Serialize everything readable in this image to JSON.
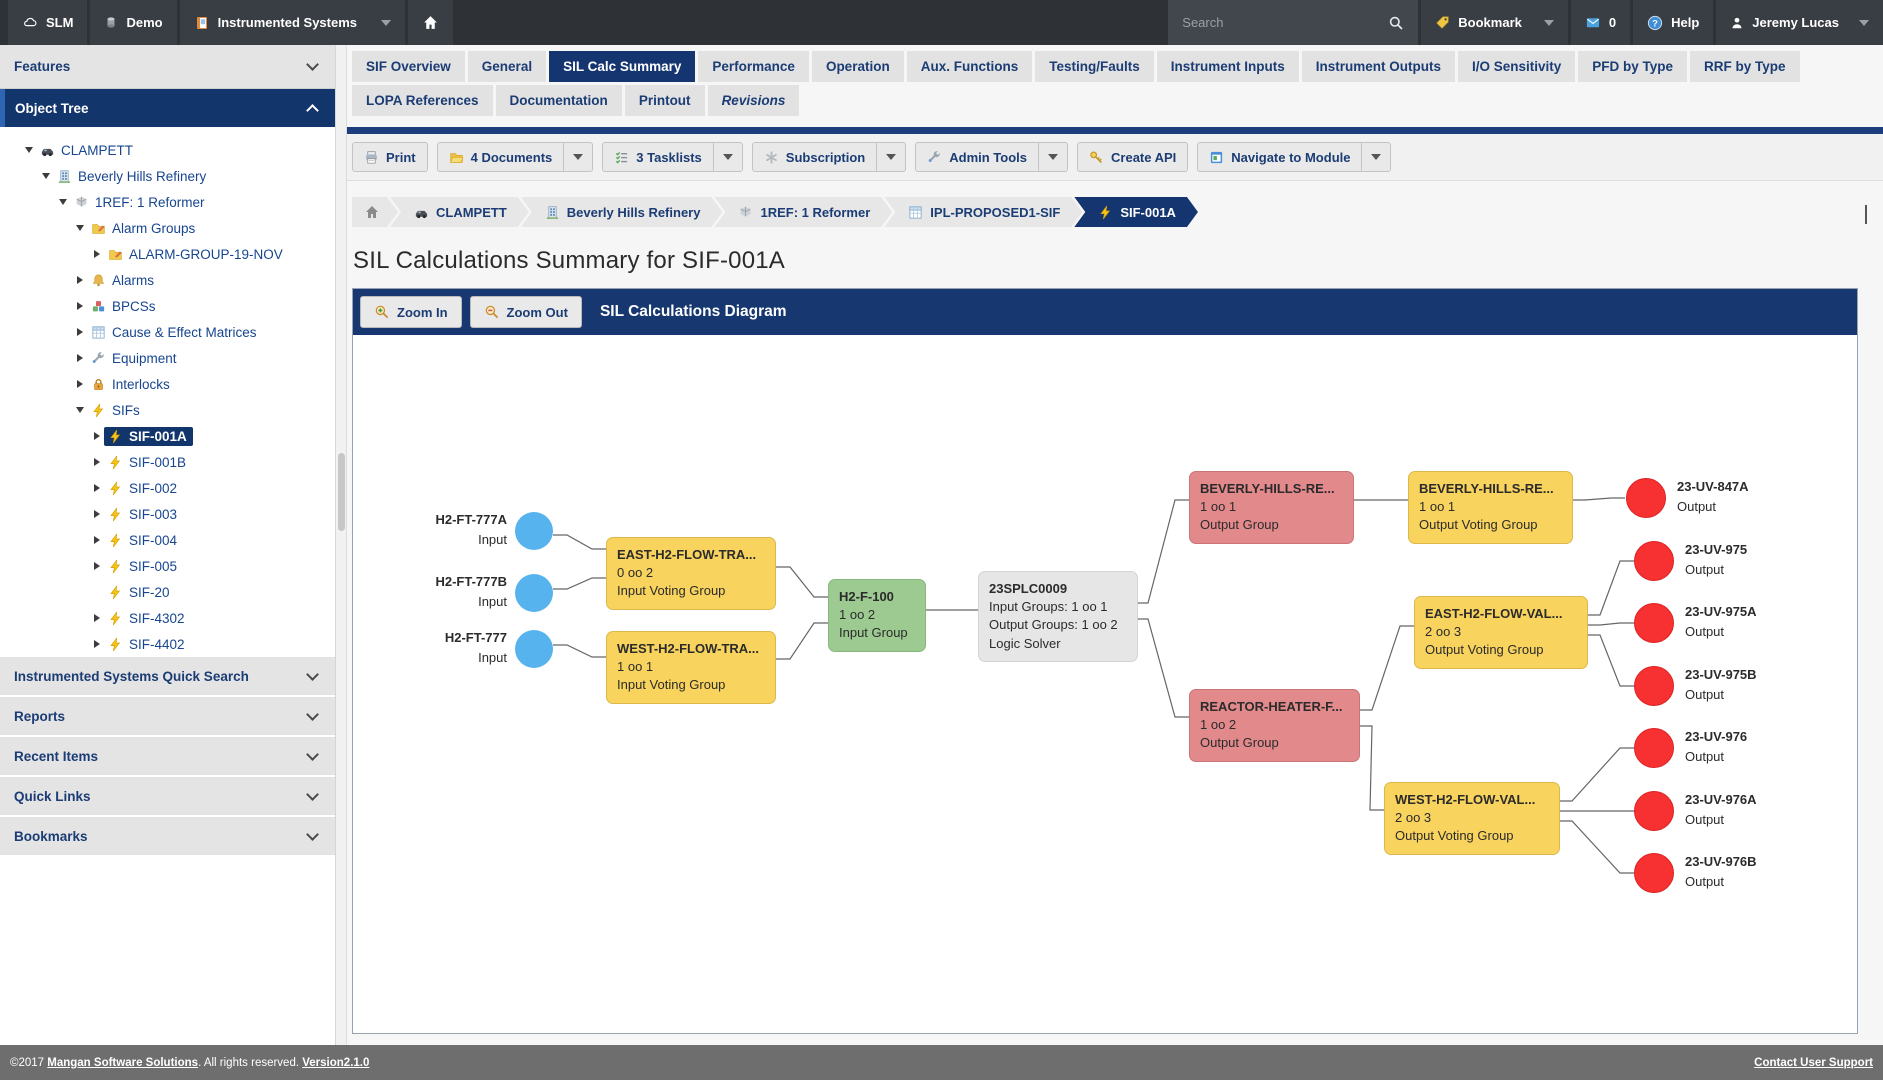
{
  "topbar": {
    "slm_label": "SLM",
    "demo_label": "Demo",
    "module_label": "Instrumented Systems",
    "search_placeholder": "Search",
    "bookmark_label": "Bookmark",
    "inbox_count": "0",
    "help_label": "Help",
    "user_name": "Jeremy Lucas"
  },
  "sidebar": {
    "features_label": "Features",
    "object_tree_label": "Object Tree",
    "tree": [
      {
        "label": "CLAMPETT",
        "level": 0,
        "icon": "car",
        "caret": "expanded",
        "selected": false
      },
      {
        "label": "Beverly Hills Refinery",
        "level": 1,
        "icon": "building",
        "caret": "expanded",
        "selected": false
      },
      {
        "label": "1REF: 1 Reformer",
        "level": 2,
        "icon": "unit-cube",
        "caret": "expanded",
        "selected": false
      },
      {
        "label": "Alarm Groups",
        "level": 3,
        "icon": "alarm-folder",
        "caret": "expanded",
        "selected": false
      },
      {
        "label": "ALARM-GROUP-19-NOV",
        "level": 4,
        "icon": "alarm-folder",
        "caret": "collapsed",
        "selected": false
      },
      {
        "label": "Alarms",
        "level": 3,
        "icon": "bell",
        "caret": "collapsed",
        "selected": false
      },
      {
        "label": "BPCSs",
        "level": 3,
        "icon": "cubes",
        "caret": "collapsed",
        "selected": false
      },
      {
        "label": "Cause & Effect Matrices",
        "level": 3,
        "icon": "matrix-table",
        "caret": "collapsed",
        "selected": false
      },
      {
        "label": "Equipment",
        "level": 3,
        "icon": "wrench",
        "caret": "collapsed",
        "selected": false
      },
      {
        "label": "Interlocks",
        "level": 3,
        "icon": "lock",
        "caret": "collapsed",
        "selected": false
      },
      {
        "label": "SIFs",
        "level": 3,
        "icon": "bolt",
        "caret": "expanded",
        "selected": false
      },
      {
        "label": "SIF-001A",
        "level": 4,
        "icon": "bolt",
        "caret": "collapsed",
        "selected": true
      },
      {
        "label": "SIF-001B",
        "level": 4,
        "icon": "bolt",
        "caret": "collapsed",
        "selected": false
      },
      {
        "label": "SIF-002",
        "level": 4,
        "icon": "bolt",
        "caret": "collapsed",
        "selected": false
      },
      {
        "label": "SIF-003",
        "level": 4,
        "icon": "bolt",
        "caret": "collapsed",
        "selected": false
      },
      {
        "label": "SIF-004",
        "level": 4,
        "icon": "bolt",
        "caret": "collapsed",
        "selected": false
      },
      {
        "label": "SIF-005",
        "level": 4,
        "icon": "bolt",
        "caret": "collapsed",
        "selected": false
      },
      {
        "label": "SIF-20",
        "level": 4,
        "icon": "bolt",
        "caret": "none",
        "selected": false
      },
      {
        "label": "SIF-4302",
        "level": 4,
        "icon": "bolt",
        "caret": "collapsed",
        "selected": false
      },
      {
        "label": "SIF-4402",
        "level": 4,
        "icon": "bolt",
        "caret": "collapsed",
        "selected": false
      }
    ],
    "accordions": [
      {
        "label": "Instrumented Systems Quick Search"
      },
      {
        "label": "Reports"
      },
      {
        "label": "Recent Items"
      },
      {
        "label": "Quick Links"
      },
      {
        "label": "Bookmarks"
      }
    ]
  },
  "tabs": {
    "row1": [
      {
        "label": "SIF Overview",
        "active": false
      },
      {
        "label": "General",
        "active": false
      },
      {
        "label": "SIL Calc Summary",
        "active": true
      },
      {
        "label": "Performance",
        "active": false
      },
      {
        "label": "Operation",
        "active": false
      },
      {
        "label": "Aux. Functions",
        "active": false
      },
      {
        "label": "Testing/Faults",
        "active": false
      },
      {
        "label": "Instrument Inputs",
        "active": false
      },
      {
        "label": "Instrument Outputs",
        "active": false
      },
      {
        "label": "I/O Sensitivity",
        "active": false
      },
      {
        "label": "PFD by Type",
        "active": false
      },
      {
        "label": "RRF by Type",
        "active": false
      }
    ],
    "row2": [
      {
        "label": "LOPA References",
        "active": false,
        "italic": false
      },
      {
        "label": "Documentation",
        "active": false,
        "italic": false
      },
      {
        "label": "Printout",
        "active": false,
        "italic": false
      },
      {
        "label": "Revisions",
        "active": false,
        "italic": true
      }
    ]
  },
  "toolbar": [
    {
      "label": "Print",
      "icon": "printer",
      "caret": false
    },
    {
      "label": "4 Documents",
      "icon": "folder",
      "caret": true
    },
    {
      "label": "3 Tasklists",
      "icon": "tasklist",
      "caret": true
    },
    {
      "label": "Subscription",
      "icon": "asterisk",
      "caret": true
    },
    {
      "label": "Admin Tools",
      "icon": "wrench",
      "caret": true
    },
    {
      "label": "Create API",
      "icon": "key",
      "caret": false
    },
    {
      "label": "Navigate to Module",
      "icon": "module",
      "caret": true
    }
  ],
  "breadcrumb": [
    {
      "label": "",
      "icon": "home",
      "active": false
    },
    {
      "label": "CLAMPETT",
      "icon": "car",
      "active": false
    },
    {
      "label": "Beverly Hills Refinery",
      "icon": "building",
      "active": false
    },
    {
      "label": "1REF: 1 Reformer",
      "icon": "unit-cube",
      "active": false
    },
    {
      "label": "IPL-PROPOSED1-SIF",
      "icon": "matrix-table",
      "active": false
    },
    {
      "label": "SIF-001A",
      "icon": "bolt",
      "active": true
    }
  ],
  "page": {
    "title": "SIL Calculations Summary for SIF-001A"
  },
  "diagram": {
    "zoom_in_label": "Zoom In",
    "zoom_out_label": "Zoom Out",
    "header_label": "SIL Calculations Diagram",
    "inputs": [
      {
        "id": "inA",
        "name": "H2-FT-777A",
        "sub": "Input"
      },
      {
        "id": "inB",
        "name": "H2-FT-777B",
        "sub": "Input"
      },
      {
        "id": "inC",
        "name": "H2-FT-777",
        "sub": "Input"
      }
    ],
    "boxes": [
      {
        "id": "eastTra",
        "title": "EAST-H2-FLOW-TRA...",
        "lines": [
          "0 oo 2",
          "Input Voting Group"
        ],
        "color": "yellow"
      },
      {
        "id": "westTra",
        "title": "WEST-H2-FLOW-TRA...",
        "lines": [
          "1 oo 1",
          "Input Voting Group"
        ],
        "color": "yellow"
      },
      {
        "id": "h2f100",
        "title": "H2-F-100",
        "lines": [
          "1 oo 2",
          "Input Group"
        ],
        "color": "green"
      },
      {
        "id": "solver",
        "title": "23SPLC0009",
        "lines": [
          "Input Groups: 1 oo 1",
          "Output Groups: 1 oo 2",
          "Logic Solver"
        ],
        "color": "gray"
      },
      {
        "id": "bevOG",
        "title": "BEVERLY-HILLS-RE...",
        "lines": [
          "1 oo 1",
          "Output Group"
        ],
        "color": "pink"
      },
      {
        "id": "bevOVG",
        "title": "BEVERLY-HILLS-RE...",
        "lines": [
          "1 oo 1",
          "Output Voting Group"
        ],
        "color": "yellow"
      },
      {
        "id": "reactor",
        "title": "REACTOR-HEATER-F...",
        "lines": [
          "1 oo 2",
          "Output Group"
        ],
        "color": "pink"
      },
      {
        "id": "eastVal",
        "title": "EAST-H2-FLOW-VAL...",
        "lines": [
          "2 oo 3",
          "Output Voting Group"
        ],
        "color": "yellow"
      },
      {
        "id": "westVal",
        "title": "WEST-H2-FLOW-VAL...",
        "lines": [
          "2 oo 3",
          "Output Voting Group"
        ],
        "color": "yellow"
      }
    ],
    "outputs": [
      {
        "id": "o847A",
        "name": "23-UV-847A",
        "sub": "Output"
      },
      {
        "id": "o975",
        "name": "23-UV-975",
        "sub": "Output"
      },
      {
        "id": "o975A",
        "name": "23-UV-975A",
        "sub": "Output"
      },
      {
        "id": "o975B",
        "name": "23-UV-975B",
        "sub": "Output"
      },
      {
        "id": "o976",
        "name": "23-UV-976",
        "sub": "Output"
      },
      {
        "id": "o976A",
        "name": "23-UV-976A",
        "sub": "Output"
      },
      {
        "id": "o976B",
        "name": "23-UV-976B",
        "sub": "Output"
      }
    ]
  },
  "footer": {
    "copyright_prefix": "©2017 ",
    "company_link": "Mangan Software Solutions",
    "rights_text": ". All rights reserved. ",
    "version_link": "Version2.1.0",
    "support_link": "Contact User Support"
  }
}
